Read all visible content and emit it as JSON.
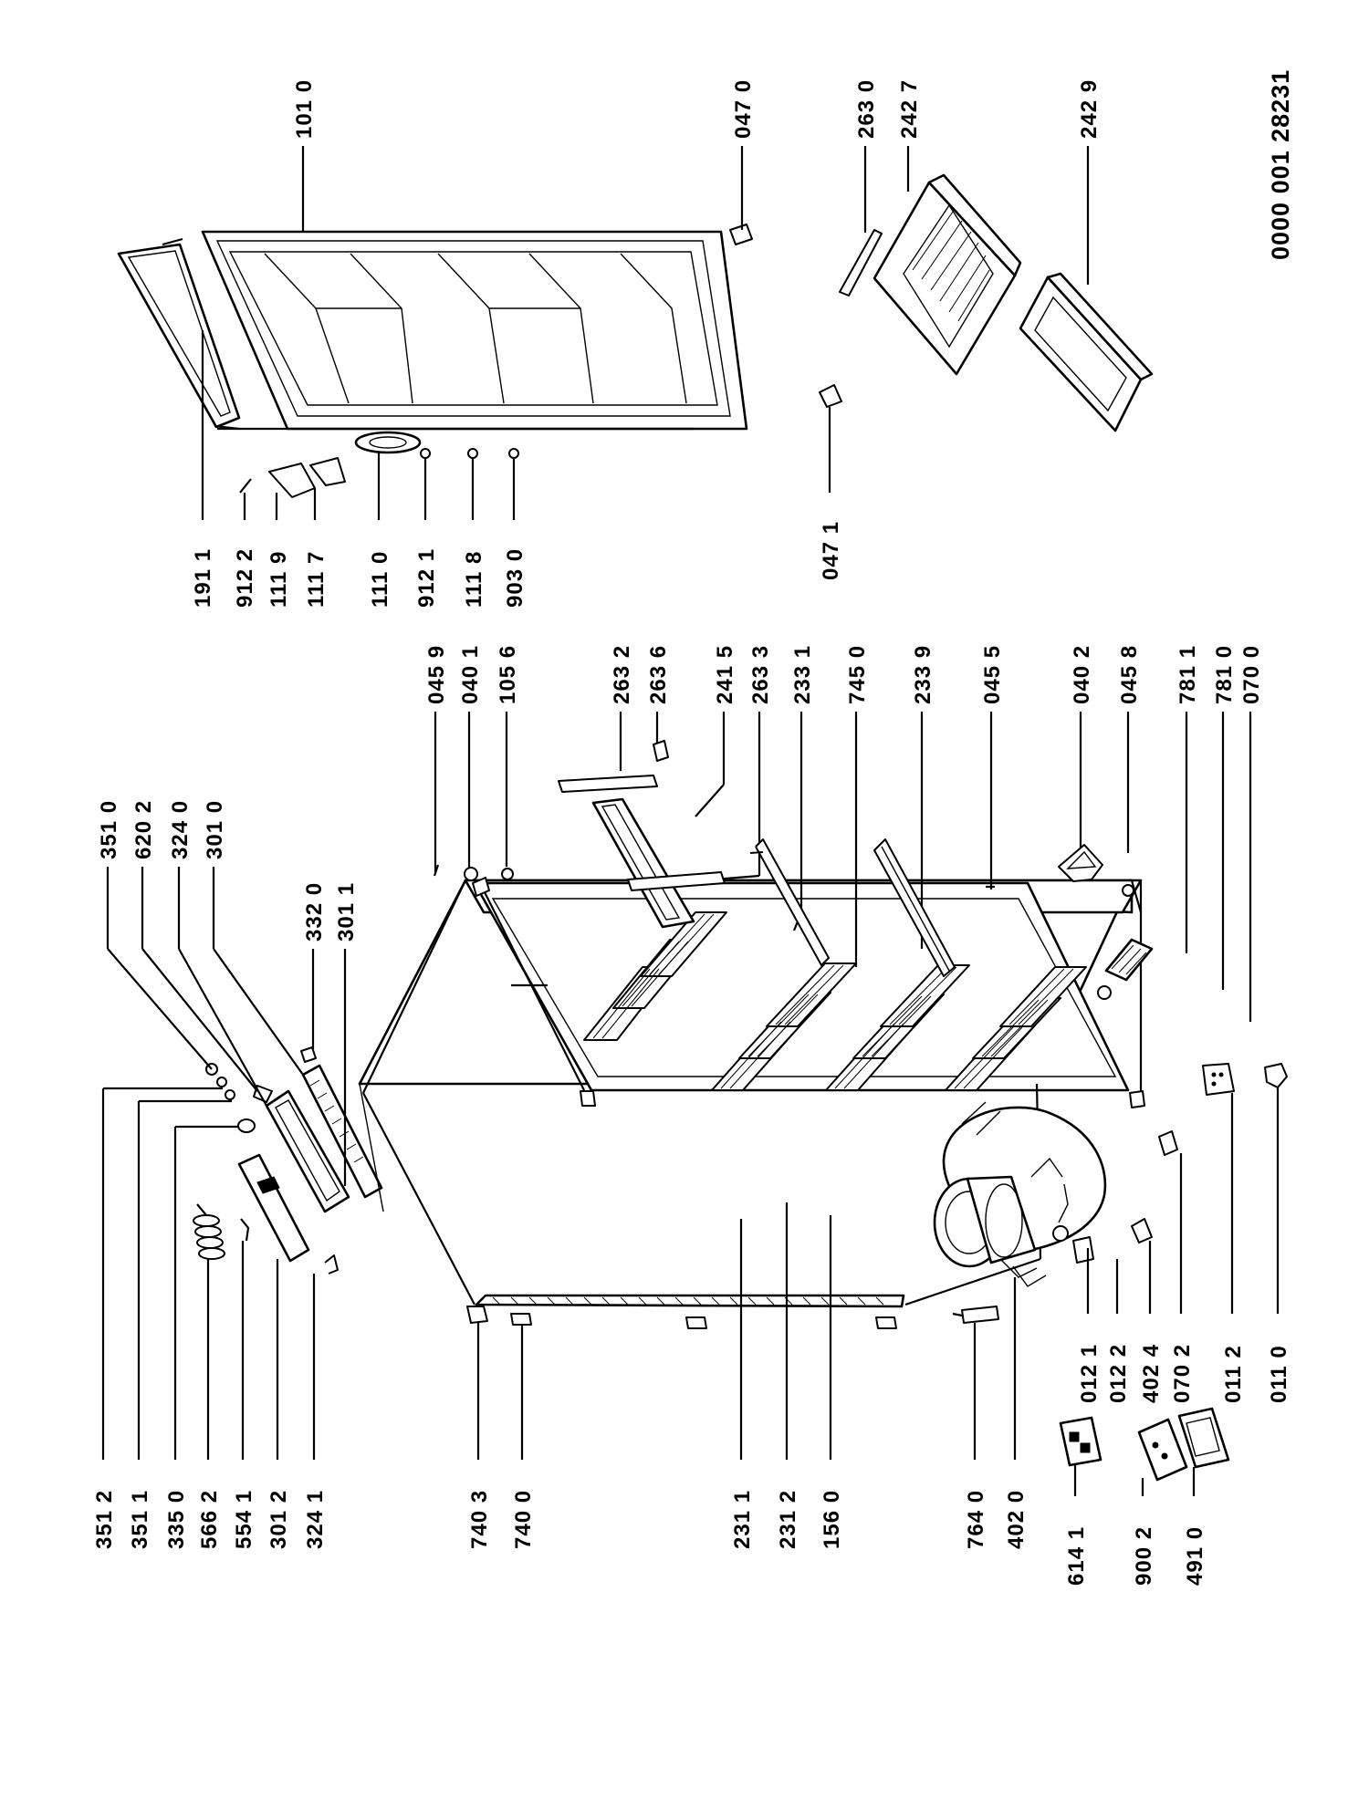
{
  "document_number": "0000 001 28231",
  "part_labels": {
    "p3512": "351 2",
    "p3511": "351 1",
    "p3350": "335 0",
    "p5662": "566 2",
    "p5541": "554 1",
    "p3012": "301 2",
    "p3241": "324 1",
    "p3510": "351 0",
    "p6202": "620 2",
    "p3240": "324 0",
    "p3010": "301 0",
    "p3320": "332 0",
    "p3011": "301 1",
    "p7403": "740 3",
    "p7400": "740 0",
    "p2311": "231 1",
    "p2312": "231 2",
    "p1560": "156 0",
    "p7640": "764 0",
    "p4020": "402 0",
    "p6141": "614 1",
    "p9002": "900 2",
    "p4910": "491 0",
    "p0121": "012 1",
    "p0122": "012 2",
    "p4024": "402 4",
    "p0702": "070 2",
    "p0112": "011 2",
    "p0110": "011 0",
    "p0459": "045 9",
    "p0401": "040 1",
    "p1056": "105 6",
    "p2632": "263 2",
    "p2636": "263 6",
    "p2415": "241 5",
    "p2633": "263 3",
    "p2331": "233 1",
    "p7450": "745 0",
    "p2339": "233 9",
    "p0455": "045 5",
    "p0402": "040 2",
    "p0458": "045 8",
    "p7811": "781 1",
    "p7810": "781 0",
    "p0700": "070 0",
    "p1911": "191 1",
    "p9122": "912 2",
    "p1119": "111 9",
    "p1117": "111 7",
    "p1110": "111 0",
    "p9121": "912 1",
    "p1118": "111 8",
    "p9030": "903 0",
    "p0471": "047 1",
    "p1010": "101 0",
    "p0470": "047 0",
    "p2630": "263 0",
    "p2427": "242 7",
    "p2429": "242 9"
  }
}
